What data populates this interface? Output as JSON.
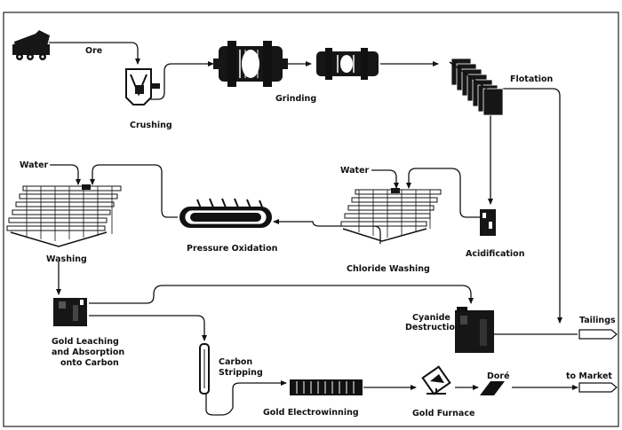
{
  "labels": {
    "ore": "Ore",
    "crushing": "Crushing",
    "grinding": "Grinding",
    "flotation": "Flotation",
    "water_left": "Water",
    "water_right": "Water",
    "washing": "Washing",
    "pressure_oxidation": "Pressure Oxidation",
    "chloride_washing": "Chloride Washing",
    "acidification": "Acidification",
    "cyanide_destruction_1": "Cyanide",
    "cyanide_destruction_2": "Destruction",
    "tailings": "Tailings",
    "gold_leaching_1": "Gold Leaching",
    "gold_leaching_2": "and Absorption",
    "gold_leaching_3": "onto Carbon",
    "carbon_stripping_1": "Carbon",
    "carbon_stripping_2": "Stripping",
    "gold_electrowinning": "Gold Electrowinning",
    "gold_furnace": "Gold Furnace",
    "dore": "Doré",
    "to_market": "to Market"
  },
  "icons": [
    "truck-icon",
    "crusher-icon",
    "grinding-mill-icon",
    "flotation-cells-icon",
    "washing-thickener-icon",
    "autoclave-icon",
    "chloride-thickener-icon",
    "acidification-tank-icon",
    "leach-tank-icon",
    "stripping-column-icon",
    "electrowinning-cell-icon",
    "furnace-icon",
    "dore-bar-icon",
    "cyanide-destruction-tank-icon"
  ]
}
